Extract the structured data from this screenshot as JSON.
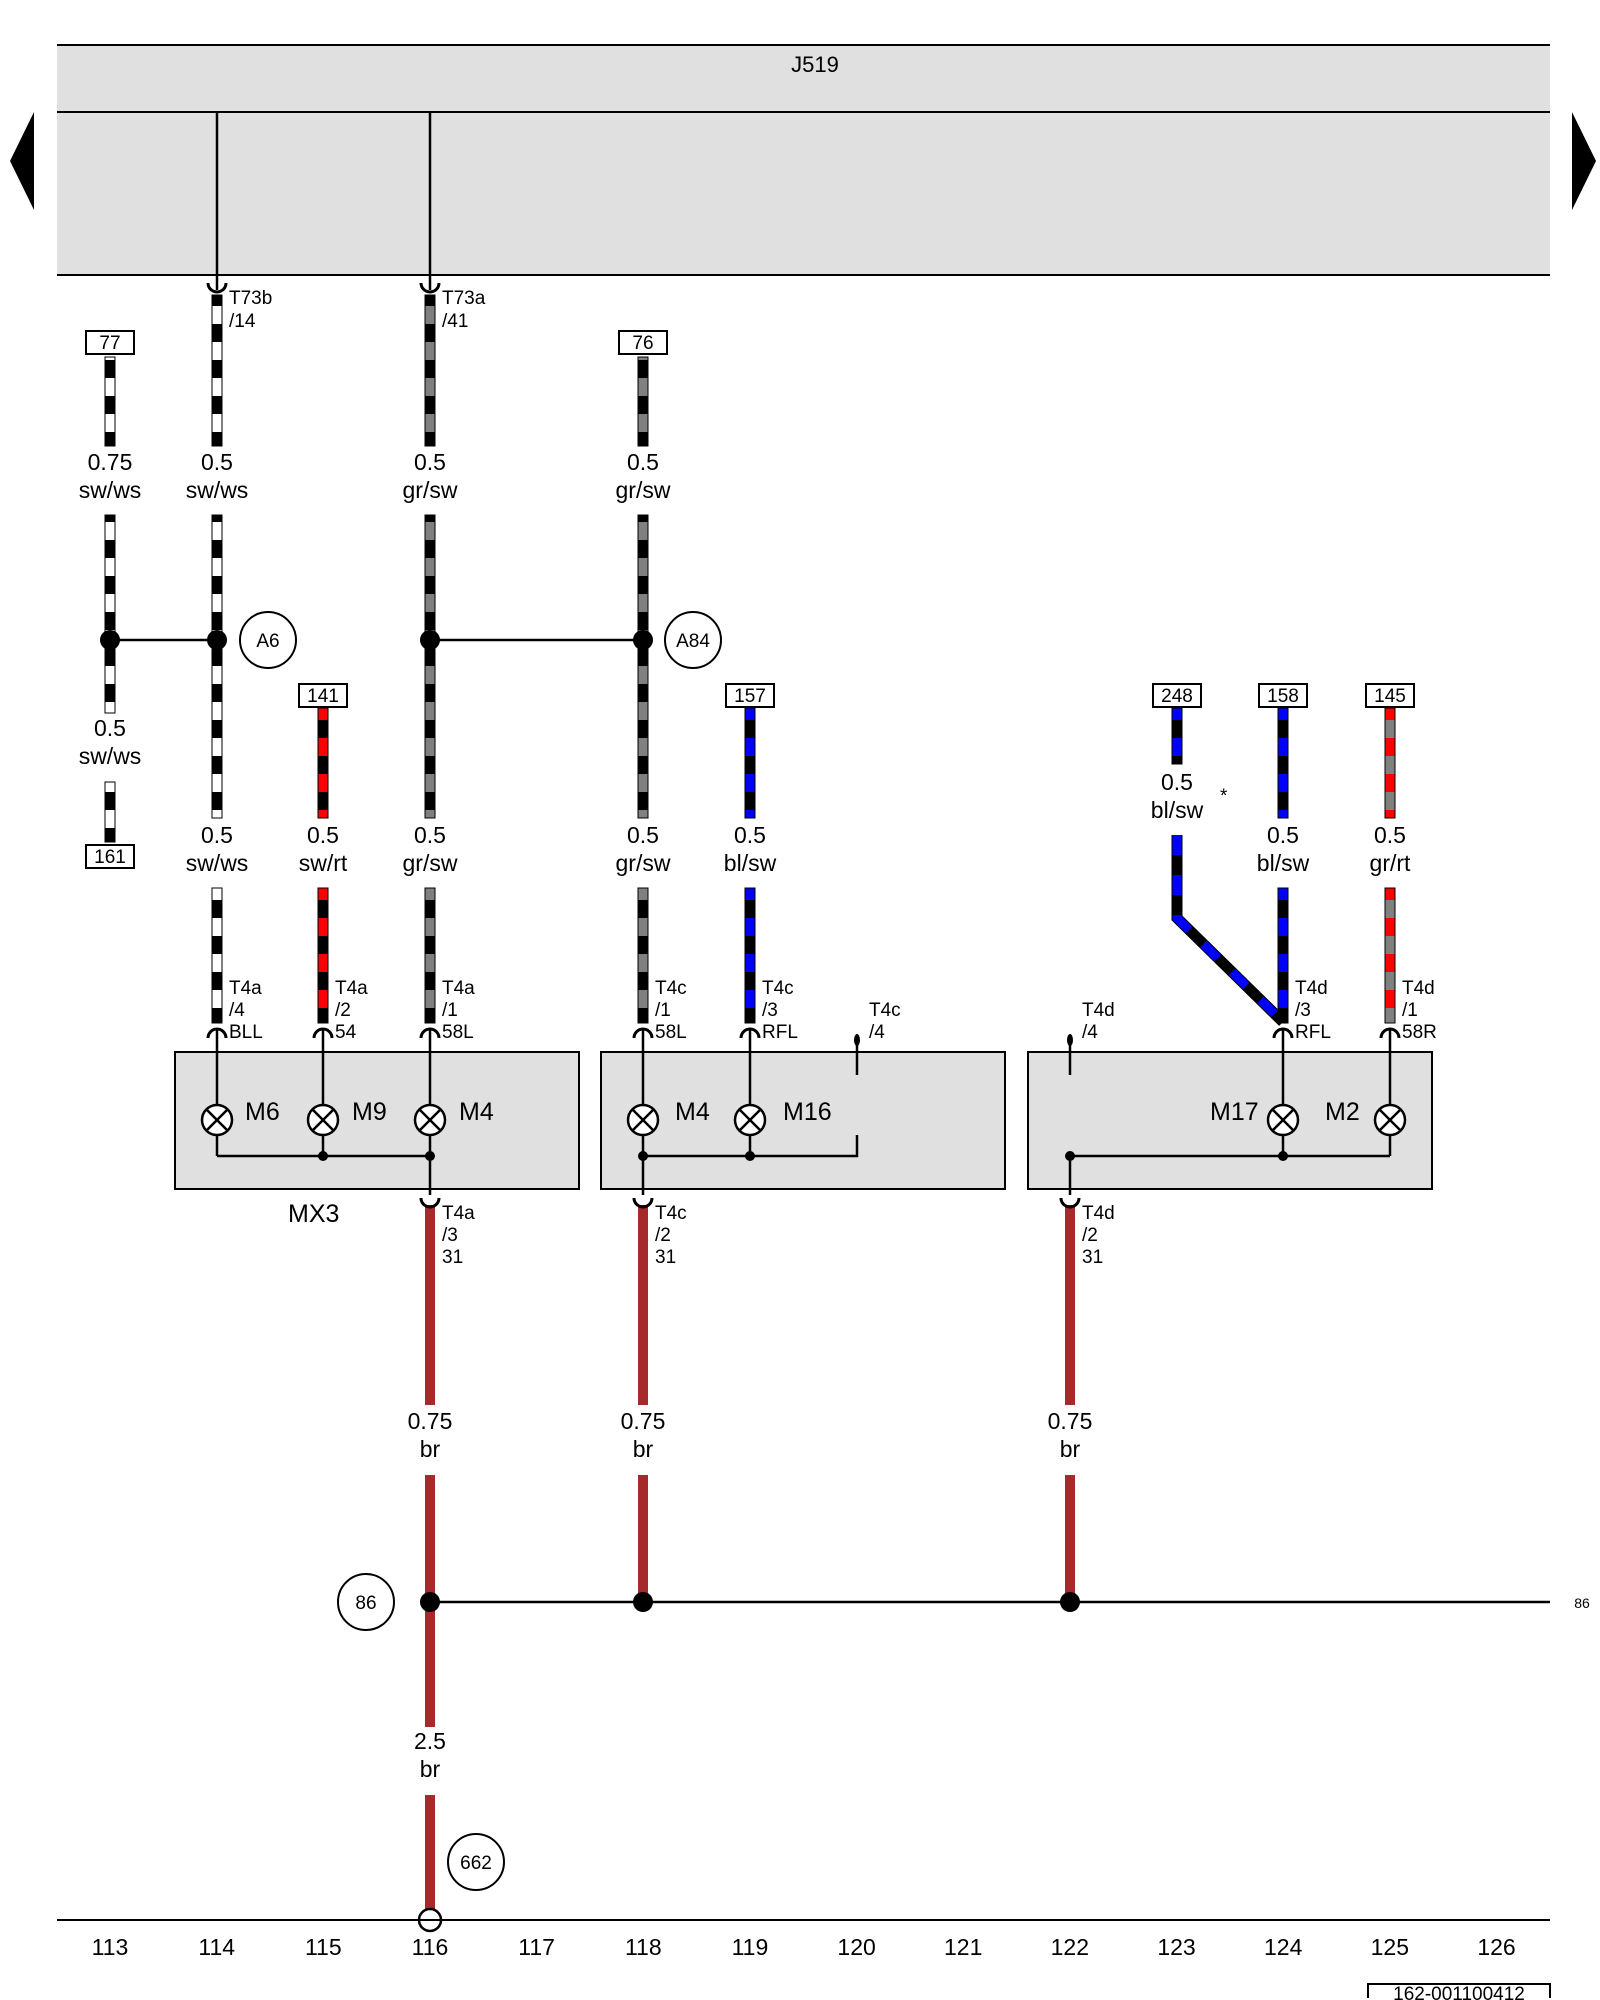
{
  "header": {
    "control_unit": "J519"
  },
  "navigation": {
    "prev_label": "previous page",
    "next_label": "next page"
  },
  "connectors": {
    "t73b": {
      "id": "T73b",
      "pin": "/14"
    },
    "t73a": {
      "id": "T73a",
      "pin": "/41"
    },
    "t4a_4": {
      "id": "T4a",
      "pin": "/4",
      "sig": "BLL"
    },
    "t4a_2": {
      "id": "T4a",
      "pin": "/2",
      "sig": "54"
    },
    "t4a_1": {
      "id": "T4a",
      "pin": "/1",
      "sig": "58L"
    },
    "t4c_1": {
      "id": "T4c",
      "pin": "/1",
      "sig": "58L"
    },
    "t4c_3": {
      "id": "T4c",
      "pin": "/3",
      "sig": "RFL"
    },
    "t4c_4": {
      "id": "T4c",
      "pin": "/4"
    },
    "t4d_4": {
      "id": "T4d",
      "pin": "/4"
    },
    "t4d_3": {
      "id": "T4d",
      "pin": "/3",
      "sig": "RFL"
    },
    "t4d_1": {
      "id": "T4d",
      "pin": "/1",
      "sig": "58R"
    },
    "t4a_3": {
      "id": "T4a",
      "pin": "/3",
      "sig": "31"
    },
    "t4c_2": {
      "id": "T4c",
      "pin": "/2",
      "sig": "31"
    },
    "t4d_2": {
      "id": "T4d",
      "pin": "/2",
      "sig": "31"
    }
  },
  "refs": {
    "r77": "77",
    "r76": "76",
    "r161": "161",
    "r141": "141",
    "r157": "157",
    "r248": "248",
    "r158": "158",
    "r145": "145"
  },
  "splices": {
    "a6": "A6",
    "a84": "A84",
    "s86": "86",
    "s86_right": "86",
    "g662": "662"
  },
  "wires": {
    "w1": {
      "size": "0.75",
      "color": "sw/ws"
    },
    "w2": {
      "size": "0.5",
      "color": "sw/ws"
    },
    "w3": {
      "size": "0.5",
      "color": "gr/sw"
    },
    "w4": {
      "size": "0.5",
      "color": "gr/sw"
    },
    "w5": {
      "size": "0.5",
      "color": "sw/ws"
    },
    "w6": {
      "size": "0.5",
      "color": "sw/ws"
    },
    "w7": {
      "size": "0.5",
      "color": "sw/rt"
    },
    "w8": {
      "size": "0.5",
      "color": "gr/sw"
    },
    "w9": {
      "size": "0.5",
      "color": "gr/sw"
    },
    "w10": {
      "size": "0.5",
      "color": "bl/sw"
    },
    "w11": {
      "size": "0.5",
      "color": "bl/sw",
      "note": "*"
    },
    "w12": {
      "size": "0.5",
      "color": "bl/sw"
    },
    "w13": {
      "size": "0.5",
      "color": "gr/rt"
    },
    "w14": {
      "size": "0.75",
      "color": "br"
    },
    "w15": {
      "size": "0.75",
      "color": "br"
    },
    "w16": {
      "size": "0.75",
      "color": "br"
    },
    "w17": {
      "size": "2.5",
      "color": "br"
    }
  },
  "lamps": {
    "m6": "M6",
    "m9": "M9",
    "m4a": "M4",
    "m4b": "M4",
    "m16": "M16",
    "m17": "M17",
    "m2": "M2"
  },
  "assembly": {
    "name": "MX3"
  },
  "columns": [
    "113",
    "114",
    "115",
    "116",
    "117",
    "118",
    "119",
    "120",
    "121",
    "122",
    "123",
    "124",
    "125",
    "126"
  ],
  "footer": {
    "doc_id": "162-001100412"
  },
  "colors": {
    "black": "#000000",
    "white": "#ffffff",
    "gray": "#808080",
    "red": "#ff0000",
    "blue": "#0000ff",
    "brown": "#a52a2a",
    "panel": "#e0e0e0"
  }
}
